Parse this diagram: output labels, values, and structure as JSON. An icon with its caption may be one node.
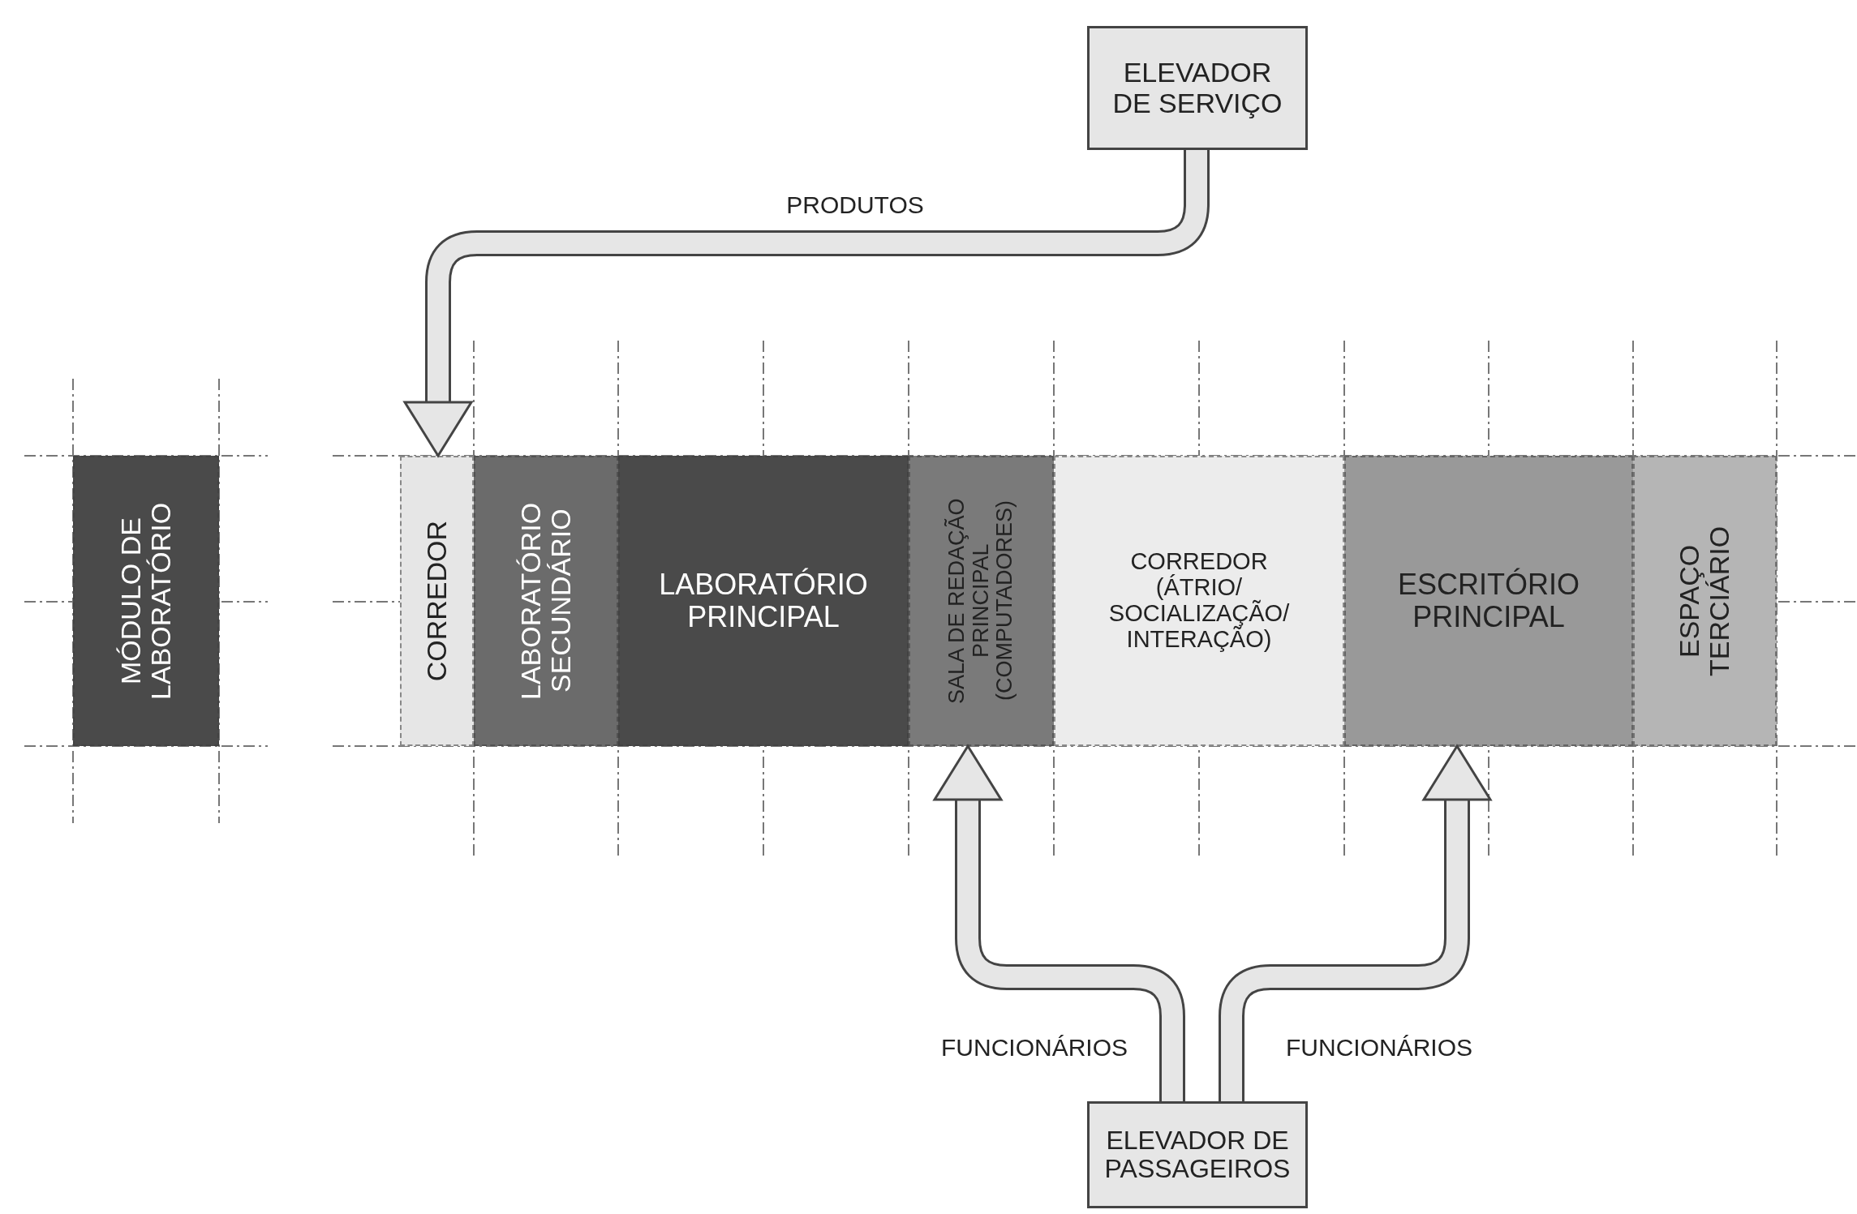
{
  "diagram": {
    "nodes": [
      {
        "text": [
          "ELEVADOR DE SERVIÇO"
        ]
      },
      {
        "text": [
          "MÓDULO DE LABORATÓRIO"
        ]
      },
      {
        "text": [
          "CORREDOR"
        ]
      },
      {
        "text": [
          "LABORATÓRIO SECUNDÁRIO"
        ]
      },
      {
        "text": [
          "LABORATÓRIO PRINCIPAL"
        ]
      },
      {
        "text": [
          "SALA DE REDAÇÃO PRINCIPAL (COMPUTADORES)"
        ]
      },
      {
        "text": [
          "CORREDOR (ÁTRIO/ SOCIALIZAÇÃO/ INTERAÇÃO)"
        ]
      },
      {
        "text": [
          "ESCRITÓRIO PRINCIPAL"
        ]
      },
      {
        "text": [
          "ESPAÇO TERCIÁRIO"
        ]
      },
      {
        "text": [
          "ELEVADOR DE PASSAGEIROS"
        ]
      }
    ],
    "edges": [
      {
        "from": 0,
        "to": 2,
        "arrow": "to",
        "label": "PRODUTOS"
      },
      {
        "from": 9,
        "to": 5,
        "arrow": "to",
        "label": "FUNCIONÁRIOS"
      },
      {
        "from": 9,
        "to": 7,
        "arrow": "to",
        "label": "FUNCIONÁRIOS"
      }
    ]
  }
}
